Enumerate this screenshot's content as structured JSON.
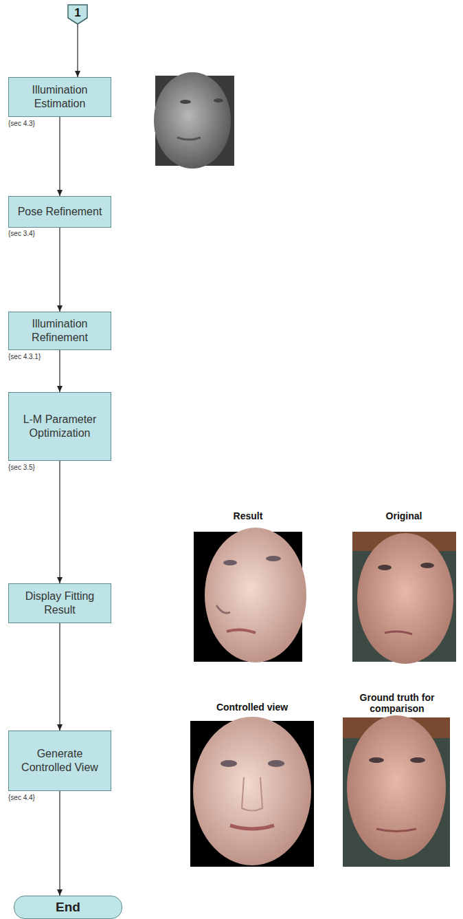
{
  "diagram": {
    "nodes": [
      {
        "text": [
          "1"
        ]
      },
      {
        "text": [
          "Illumination Estimation"
        ]
      },
      {
        "text": [
          "Pose Refinement"
        ]
      },
      {
        "text": [
          "Illumination Refinement"
        ]
      },
      {
        "text": [
          "L-M Parameter Optimization"
        ]
      },
      {
        "text": [
          "Display Fitting Result"
        ]
      },
      {
        "text": [
          "Generate Controlled View"
        ]
      },
      {
        "text": [
          "End"
        ]
      }
    ],
    "edges": [
      {
        "from": 0,
        "to": 1,
        "arrow": "to"
      },
      {
        "from": 1,
        "to": 2,
        "arrow": "to"
      },
      {
        "from": 2,
        "to": 3,
        "arrow": "to"
      },
      {
        "from": 3,
        "to": 4,
        "arrow": "to"
      },
      {
        "from": 4,
        "to": 5,
        "arrow": "to"
      },
      {
        "from": 5,
        "to": 6,
        "arrow": "to"
      },
      {
        "from": 6,
        "to": 7,
        "arrow": "to"
      }
    ],
    "labels": [
      "{sec 4.3}",
      "{sec 3.4}",
      "{sec 4.3.1}",
      "{sec 3.5}",
      "{sec 4.4}",
      "Result",
      "Original",
      "Controlled view",
      "Ground truth for comparison"
    ]
  }
}
